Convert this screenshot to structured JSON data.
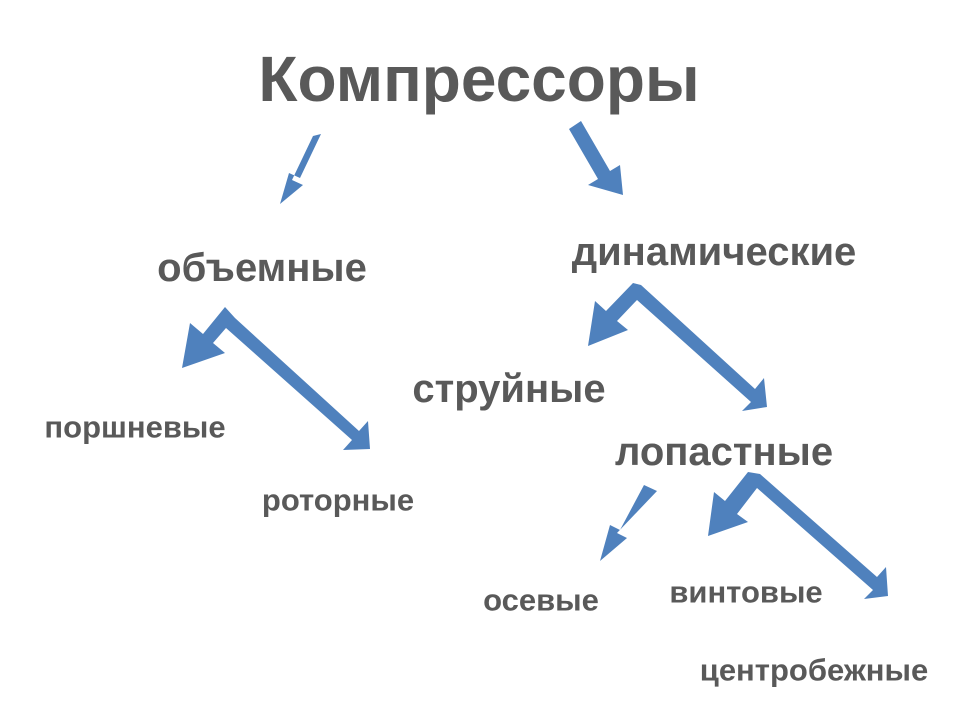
{
  "nodes": {
    "root": "Компрессоры",
    "volume": "объемные",
    "dynamic": "динамические",
    "piston": "поршневые",
    "rotary": "роторные",
    "jet": "струйные",
    "blade": "лопастные",
    "axial": "осевые",
    "screw": "винтовые",
    "centrifugal": "центробежные"
  },
  "colors": {
    "arrow": "#4f81bd",
    "text": "#595959"
  }
}
